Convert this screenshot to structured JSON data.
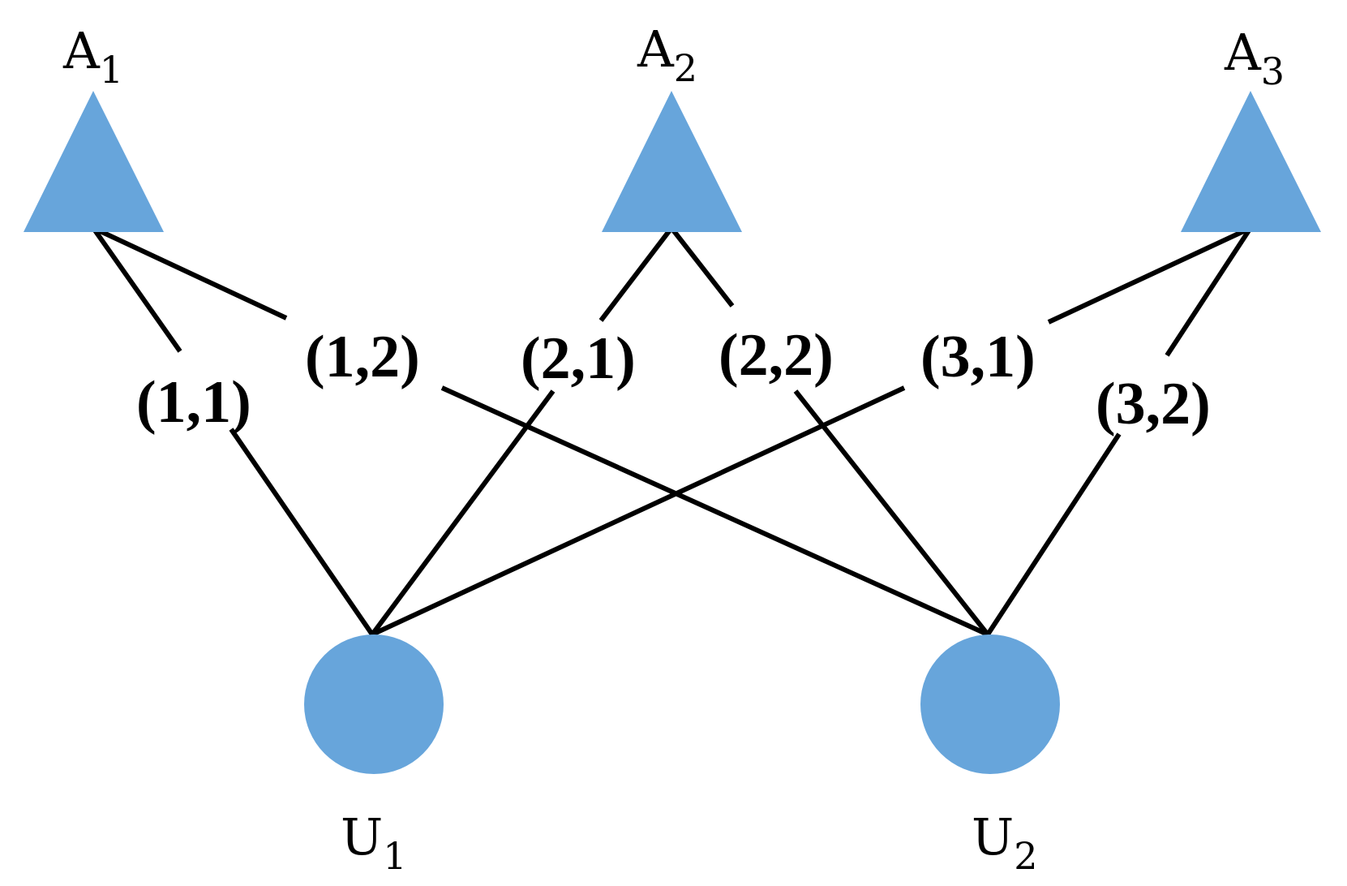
{
  "colors": {
    "node_fill": "#67a5db",
    "edge": "#000000"
  },
  "shapes": {
    "top_nodes": "triangle",
    "bottom_nodes": "circle"
  },
  "top_nodes": [
    {
      "base": "A",
      "sub": "1"
    },
    {
      "base": "A",
      "sub": "2"
    },
    {
      "base": "A",
      "sub": "3"
    }
  ],
  "bottom_nodes": [
    {
      "base": "U",
      "sub": "1"
    },
    {
      "base": "U",
      "sub": "2"
    }
  ],
  "edge_labels": [
    "(1,1)",
    "(1,2)",
    "(2,1)",
    "(2,2)",
    "(3,1)",
    "(3,2)"
  ],
  "edges": [
    {
      "from": "A1",
      "to": "U1",
      "label": "(1,1)"
    },
    {
      "from": "A1",
      "to": "U2",
      "label": "(1,2)"
    },
    {
      "from": "A2",
      "to": "U1",
      "label": "(2,1)"
    },
    {
      "from": "A2",
      "to": "U2",
      "label": "(2,2)"
    },
    {
      "from": "A3",
      "to": "U1",
      "label": "(3,1)"
    },
    {
      "from": "A3",
      "to": "U2",
      "label": "(3,2)"
    }
  ]
}
